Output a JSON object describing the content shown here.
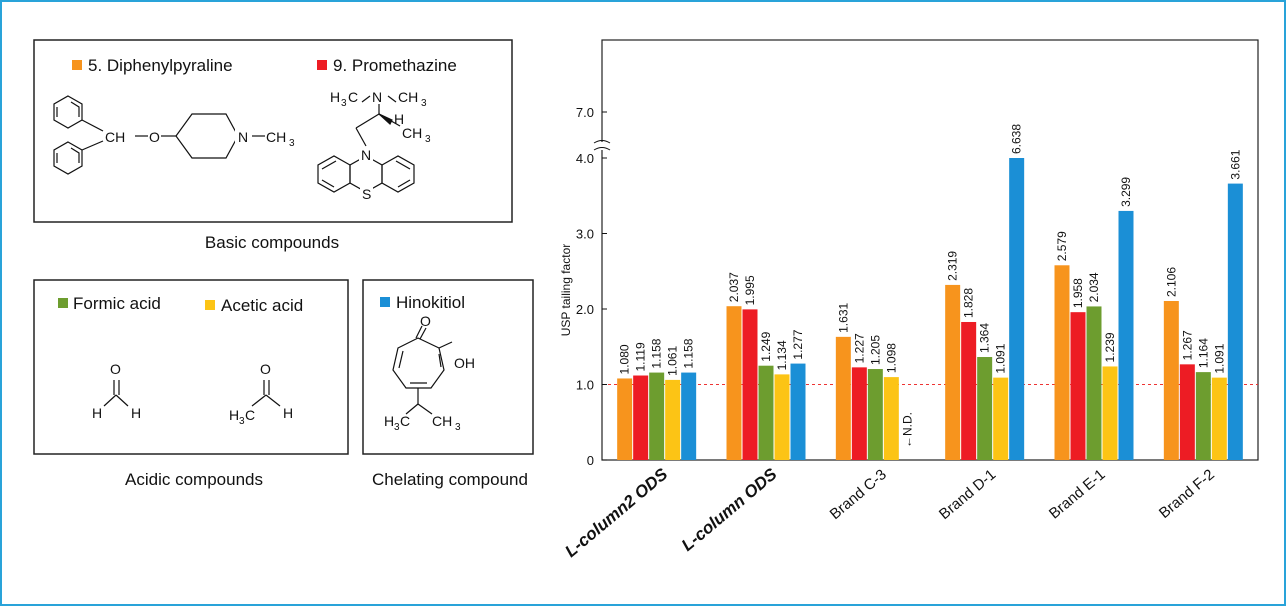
{
  "legend_items": [
    {
      "label": "5. Diphenylpyraline",
      "color": "#f7941d"
    },
    {
      "label": "9. Promethazine",
      "color": "#ed1c24"
    },
    {
      "label": "Formic acid",
      "color": "#6d9d2f"
    },
    {
      "label": "Acetic acid",
      "color": "#fcc415"
    },
    {
      "label": "Hinokitiol",
      "color": "#1b8fd6"
    }
  ],
  "captions": {
    "basic": "Basic compounds",
    "acidic": "Acidic compounds",
    "chelating": "Chelating compound"
  },
  "structure_labels": {
    "ch": "CH",
    "o": "O",
    "n": "N",
    "ch3": "CH",
    "three": "3",
    "h3c": "H",
    "h": "H",
    "s": "S",
    "oh": "OH",
    "dash": "—"
  },
  "chart_data": {
    "type": "bar",
    "ylabel": "USP tailing factor",
    "yticks": [
      "0",
      "1.0",
      "2.0",
      "3.0",
      "4.0",
      "7.0"
    ],
    "categories": [
      "L-column2 ODS",
      "L-column ODS",
      "Brand C-3",
      "Brand D-1",
      "Brand E-1",
      "Brand F-2"
    ],
    "bold_categories": [
      true,
      true,
      false,
      false,
      false,
      false
    ],
    "reference_line": 1.0,
    "axis_break": [
      4.0,
      7.0
    ],
    "series": [
      {
        "name": "5. Diphenylpyraline",
        "color": "#f7941d",
        "values": [
          1.08,
          2.037,
          1.631,
          2.319,
          2.579,
          2.106
        ],
        "labels": [
          "1.080",
          "2.037",
          "1.631",
          "2.319",
          "2.579",
          "2.106"
        ]
      },
      {
        "name": "9. Promethazine",
        "color": "#ed1c24",
        "values": [
          1.119,
          1.995,
          1.227,
          1.828,
          1.958,
          1.267
        ],
        "labels": [
          "1.119",
          "1.995",
          "1.227",
          "1.828",
          "1.958",
          "1.267"
        ]
      },
      {
        "name": "Formic acid",
        "color": "#6d9d2f",
        "values": [
          1.158,
          1.249,
          1.205,
          1.364,
          2.034,
          1.164
        ],
        "labels": [
          "1.158",
          "1.249",
          "1.205",
          "1.364",
          "2.034",
          "1.164"
        ]
      },
      {
        "name": "Acetic acid",
        "color": "#fcc415",
        "values": [
          1.061,
          1.134,
          1.098,
          1.091,
          1.239,
          1.091
        ],
        "labels": [
          "1.061",
          "1.134",
          "1.098",
          "1.091",
          "1.239",
          "1.091"
        ]
      },
      {
        "name": "Hinokitiol",
        "color": "#1b8fd6",
        "values": [
          1.158,
          1.277,
          null,
          6.638,
          3.299,
          3.661
        ],
        "labels": [
          "1.158",
          "1.277",
          "",
          "6.638",
          "3.299",
          "3.661"
        ]
      }
    ],
    "annotations": [
      "←N.D."
    ],
    "grid": false,
    "legend": "left"
  }
}
